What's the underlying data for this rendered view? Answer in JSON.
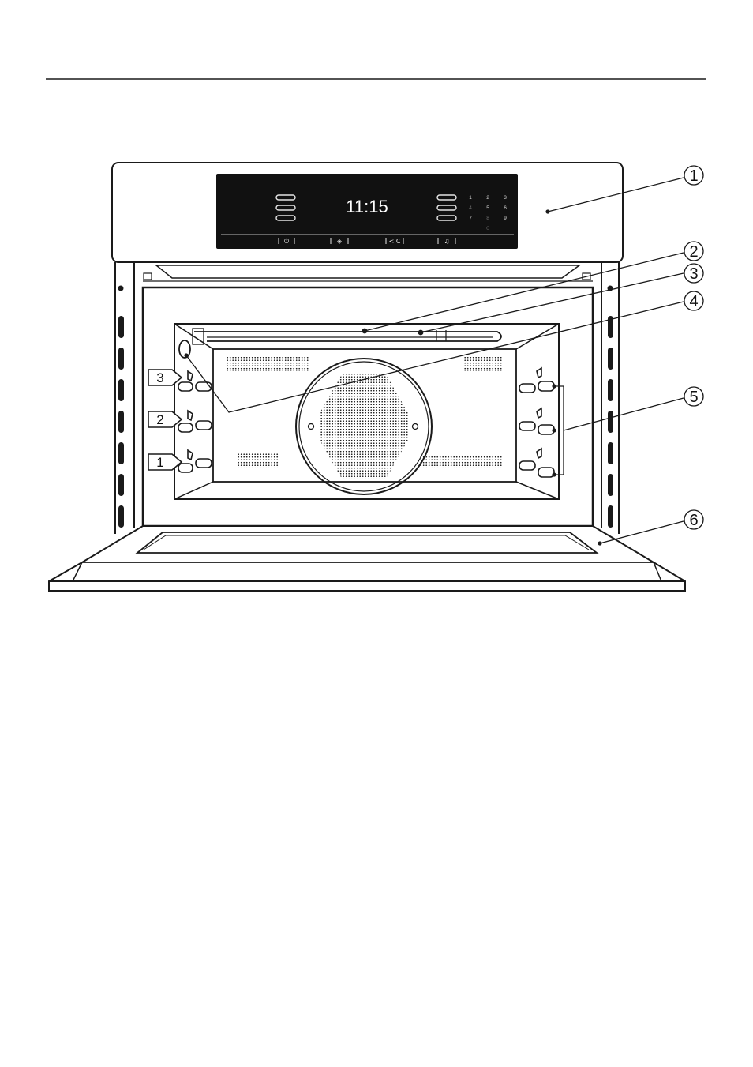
{
  "display": {
    "time": "11:15",
    "keypad": [
      "1",
      "2",
      "3",
      "4",
      "5",
      "6",
      "7",
      "8",
      "9",
      "0"
    ],
    "buttons": [
      {
        "symbol": "⏻",
        "icon": "power-icon"
      },
      {
        "symbol": "◈",
        "icon": "menu-icon"
      },
      {
        "symbol": "< C",
        "icon": "back-clear-icon"
      },
      {
        "symbol": "♫",
        "icon": "alarm-bell-icon"
      }
    ]
  },
  "shelf_levels": [
    "3",
    "2",
    "1"
  ],
  "callouts": [
    "1",
    "2",
    "3",
    "4",
    "5",
    "6"
  ],
  "colors": {
    "line": "#1a1a1a",
    "display_bg": "#111111",
    "display_text": "#ffffff"
  }
}
